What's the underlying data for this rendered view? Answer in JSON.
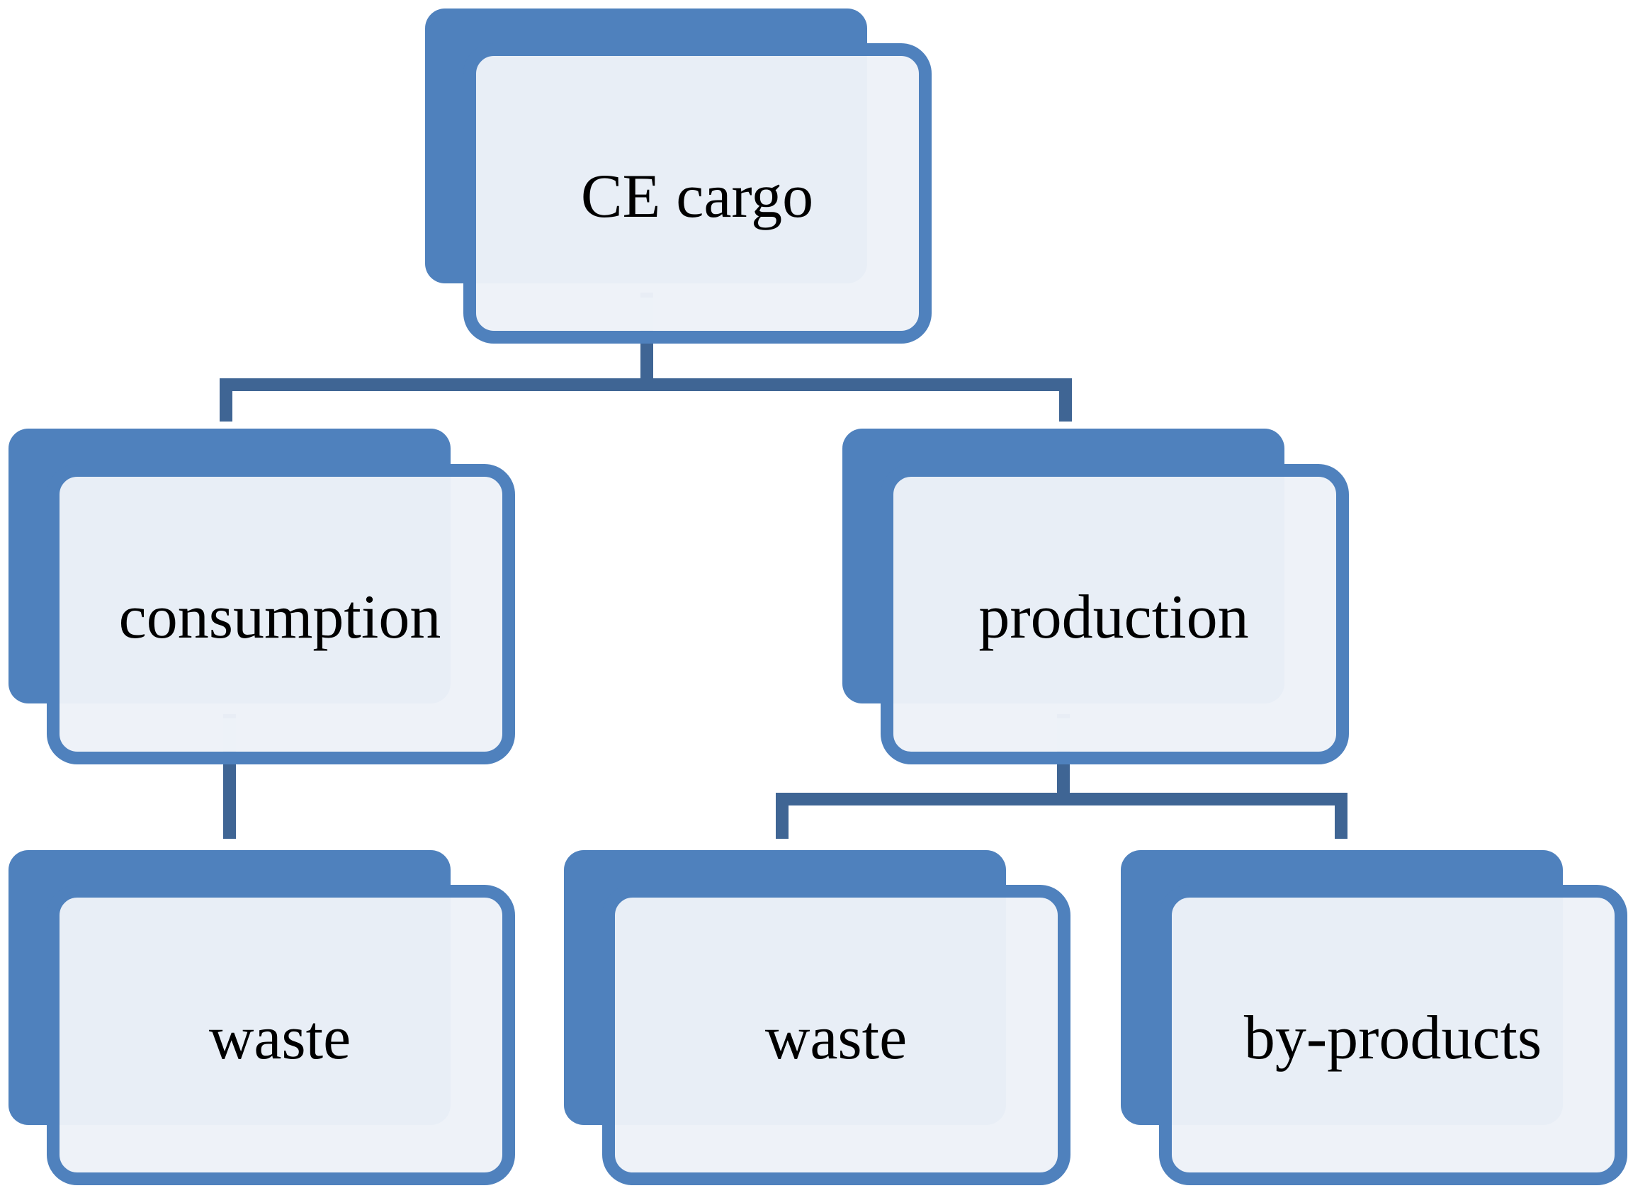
{
  "diagram": {
    "colors": {
      "back_card": "#4f81bd",
      "front_fill": "#edf2f8",
      "front_border": "#4f81bd",
      "connector": "#3f6594",
      "text": "#000000"
    },
    "nodes": {
      "root": {
        "label": "CE cargo"
      },
      "consumption": {
        "label": "consumption"
      },
      "production": {
        "label": "production"
      },
      "consumption_waste": {
        "label": "waste"
      },
      "production_waste": {
        "label": "waste"
      },
      "by_products": {
        "label": "by-products"
      }
    },
    "edges": [
      {
        "from": "CE cargo",
        "to": "consumption"
      },
      {
        "from": "CE cargo",
        "to": "production"
      },
      {
        "from": "consumption",
        "to": "waste"
      },
      {
        "from": "production",
        "to": "waste"
      },
      {
        "from": "production",
        "to": "by-products"
      }
    ]
  }
}
